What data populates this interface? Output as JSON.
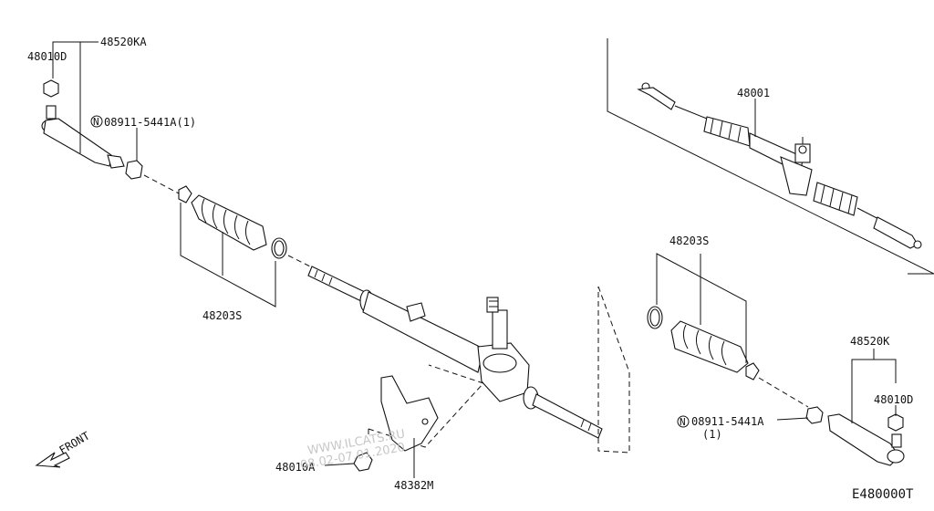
{
  "labels": {
    "p48010D_top": "48010D",
    "p48520KA": "48520KA",
    "p08911_top": "08911-5441A(1)",
    "p48001": "48001",
    "p48203S_left": "48203S",
    "p48203S_right": "48203S",
    "p48520K": "48520K",
    "p48010D_right": "48010D",
    "p08911_right": "08911-5441A",
    "p08911_right_qty": "(1)",
    "p48010A": "48010A",
    "p48382M": "48382M",
    "front": "FRONT",
    "diagram_code": "E480000T",
    "n_marker": "N"
  },
  "watermark": {
    "site": "WWW.ILCATS.RU",
    "date": "08.02-07.01.2020"
  }
}
